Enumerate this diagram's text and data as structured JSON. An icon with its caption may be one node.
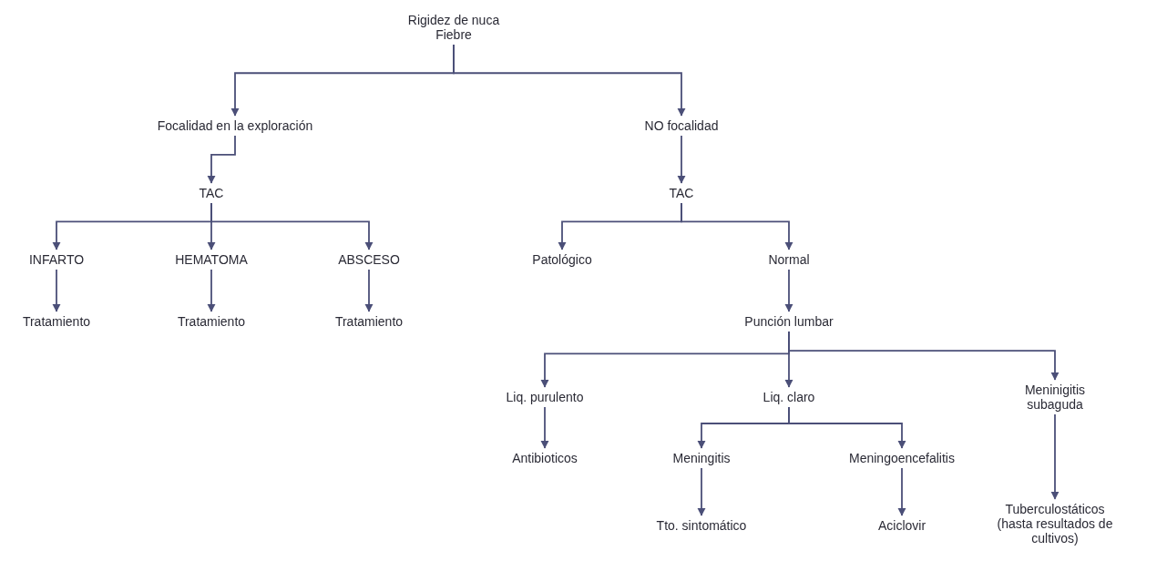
{
  "diagram": {
    "nodes": [
      {
        "text": [
          "Rigidez de nuca Fiebre"
        ]
      },
      {
        "text": [
          "Focalidad en la exploración"
        ]
      },
      {
        "text": [
          "NO focalidad"
        ]
      },
      {
        "text": [
          "TAC"
        ]
      },
      {
        "text": [
          "TAC"
        ]
      },
      {
        "text": [
          "INFARTO"
        ]
      },
      {
        "text": [
          "HEMATOMA"
        ]
      },
      {
        "text": [
          "ABSCESO"
        ]
      },
      {
        "text": [
          "Tratamiento"
        ]
      },
      {
        "text": [
          "Tratamiento"
        ]
      },
      {
        "text": [
          "Tratamiento"
        ]
      },
      {
        "text": [
          "Patológico"
        ]
      },
      {
        "text": [
          "Normal"
        ]
      },
      {
        "text": [
          "Punción lumbar"
        ]
      },
      {
        "text": [
          "Liq. purulento"
        ]
      },
      {
        "text": [
          "Liq. claro"
        ]
      },
      {
        "text": [
          "Meninigitis subaguda"
        ]
      },
      {
        "text": [
          "Antibioticos"
        ]
      },
      {
        "text": [
          "Meningitis"
        ]
      },
      {
        "text": [
          "Meningoencefalitis"
        ]
      },
      {
        "text": [
          "Tto. sintomático"
        ]
      },
      {
        "text": [
          "Aciclovir"
        ]
      },
      {
        "text": [
          "Tuberculostáticos (hasta resultados de cultivos)"
        ]
      }
    ],
    "edges": [
      {
        "from": 0,
        "to": 1,
        "arrow": "to"
      },
      {
        "from": 0,
        "to": 2,
        "arrow": "to"
      },
      {
        "from": 1,
        "to": 3,
        "arrow": "to"
      },
      {
        "from": 2,
        "to": 4,
        "arrow": "to"
      },
      {
        "from": 3,
        "to": 5,
        "arrow": "to"
      },
      {
        "from": 3,
        "to": 6,
        "arrow": "to"
      },
      {
        "from": 3,
        "to": 7,
        "arrow": "to"
      },
      {
        "from": 5,
        "to": 8,
        "arrow": "to"
      },
      {
        "from": 6,
        "to": 9,
        "arrow": "to"
      },
      {
        "from": 7,
        "to": 10,
        "arrow": "to"
      },
      {
        "from": 4,
        "to": 11,
        "arrow": "to"
      },
      {
        "from": 4,
        "to": 12,
        "arrow": "to"
      },
      {
        "from": 12,
        "to": 13,
        "arrow": "to"
      },
      {
        "from": 13,
        "to": 14,
        "arrow": "to"
      },
      {
        "from": 13,
        "to": 15,
        "arrow": "to"
      },
      {
        "from": 13,
        "to": 16,
        "arrow": "to"
      },
      {
        "from": 14,
        "to": 17,
        "arrow": "to"
      },
      {
        "from": 15,
        "to": 18,
        "arrow": "to"
      },
      {
        "from": 15,
        "to": 19,
        "arrow": "to"
      },
      {
        "from": 18,
        "to": 20,
        "arrow": "to"
      },
      {
        "from": 19,
        "to": 21,
        "arrow": "to"
      },
      {
        "from": 16,
        "to": 22,
        "arrow": "to"
      }
    ]
  }
}
